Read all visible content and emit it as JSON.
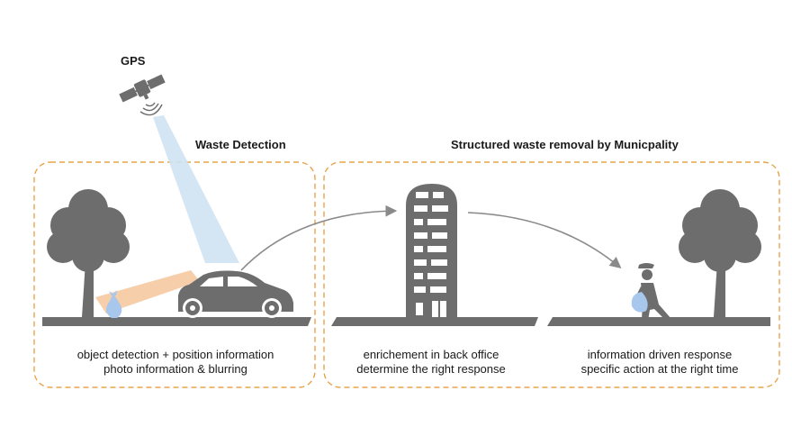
{
  "labels": {
    "gps": "GPS",
    "waste_detection": "Waste Detection",
    "structured_removal": "Structured waste removal by Municpality"
  },
  "captions": {
    "left": [
      "object detection + position information",
      "photo information & blurring"
    ],
    "middle": [
      "enrichement in back office",
      "determine the right response"
    ],
    "right": [
      "information driven response",
      "specific action at the right time"
    ]
  },
  "colors": {
    "dash_border": "#e8a34a",
    "icon_gray": "#6d6d6d",
    "gps_beam": "#cfe2f3",
    "camera_cone": "#f6c9a1",
    "waste_bag": "#a7c7ec",
    "arrow": "#8a8a8a"
  }
}
